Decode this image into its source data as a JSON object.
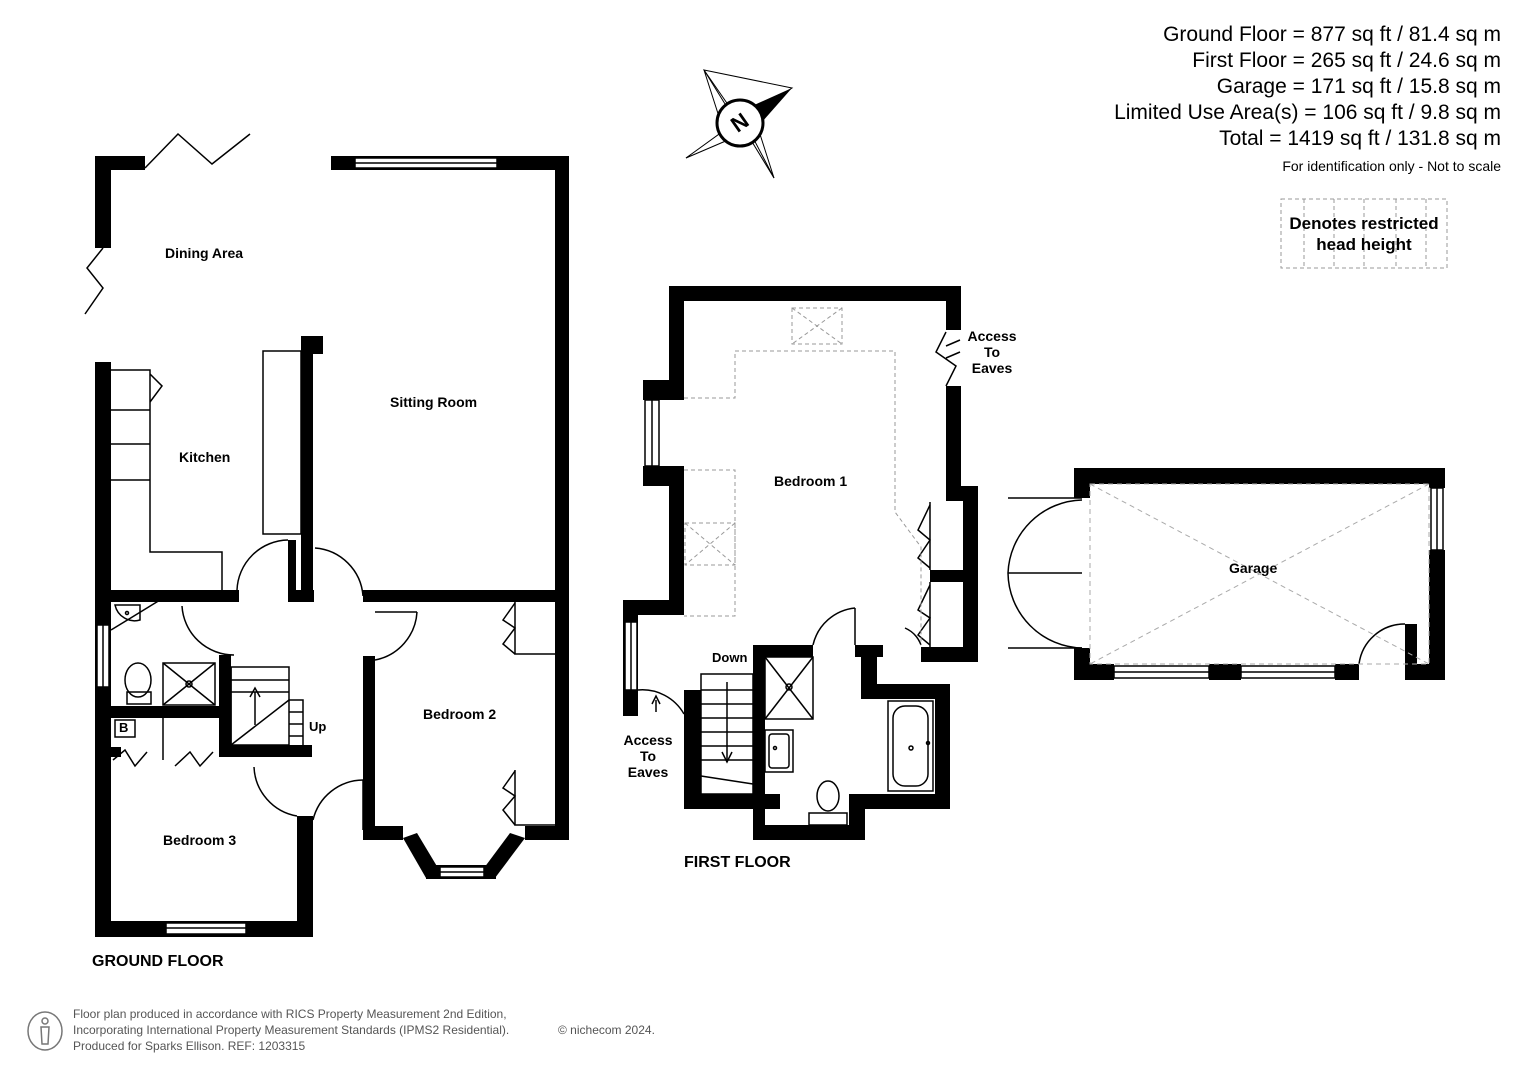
{
  "areas": {
    "ground_floor": "Ground Floor = 877 sq ft / 81.4 sq m",
    "first_floor": "First Floor = 265 sq ft / 24.6 sq m",
    "garage": "Garage = 171 sq ft / 15.8 sq m",
    "limited_use": "Limited Use Area(s) = 106 sq ft / 9.8 sq m",
    "total": "Total = 1419 sq ft / 131.8 sq m",
    "note": "For identification only - Not to scale"
  },
  "legend": {
    "line1": "Denotes restricted",
    "line2": "head height"
  },
  "compass": {
    "letter": "N"
  },
  "rooms": {
    "dining": "Dining Area",
    "kitchen": "Kitchen",
    "sitting": "Sitting Room",
    "bedroom2": "Bedroom 2",
    "bedroom3": "Bedroom 3",
    "boiler": "B",
    "up": "Up",
    "bedroom1": "Bedroom 1",
    "down": "Down",
    "garage": "Garage",
    "eaves_top_1": "Access",
    "eaves_top_2": "To",
    "eaves_top_3": "Eaves",
    "eaves_bot_1": "Access",
    "eaves_bot_2": "To",
    "eaves_bot_3": "Eaves"
  },
  "floors": {
    "ground": "GROUND FLOOR",
    "first": "FIRST FLOOR"
  },
  "footer": {
    "line1": "Floor plan produced in accordance with RICS Property Measurement 2nd Edition,",
    "line2": "Incorporating International Property Measurement Standards (IPMS2 Residential).",
    "line3": "Produced for Sparks Ellison.   REF: 1203315",
    "copyright": "© nichecom 2024."
  }
}
